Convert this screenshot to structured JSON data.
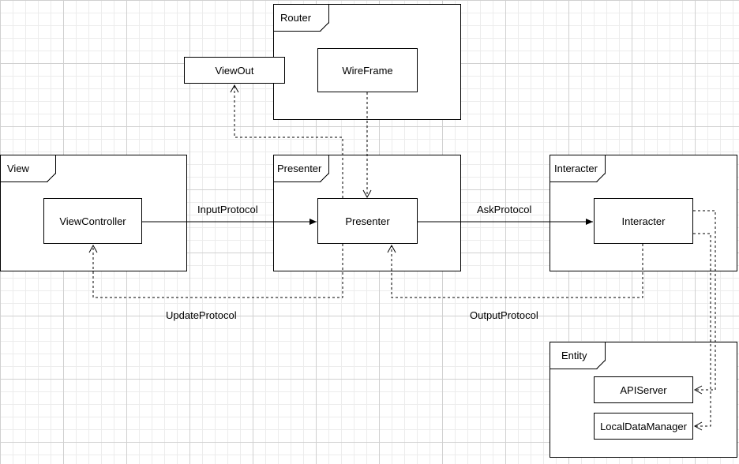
{
  "frames": {
    "router": "Router",
    "view": "View",
    "presenter": "Presenter",
    "interacter": "Interacter",
    "entity": "Entity"
  },
  "boxes": {
    "view_out": "ViewOut",
    "wireframe": "WireFrame",
    "view_controller": "ViewController",
    "presenter": "Presenter",
    "interacter": "Interacter",
    "api_server": "APIServer",
    "local_data_manager": "LocalDataManager"
  },
  "edge_labels": {
    "input_protocol": "InputProtocol",
    "ask_protocol": "AskProtocol",
    "update_protocol": "UpdateProtocol",
    "output_protocol": "OutputProtocol"
  },
  "colors": {
    "line": "#000000",
    "grid_major": "#d0d0d0",
    "grid_minor": "#ececec"
  }
}
